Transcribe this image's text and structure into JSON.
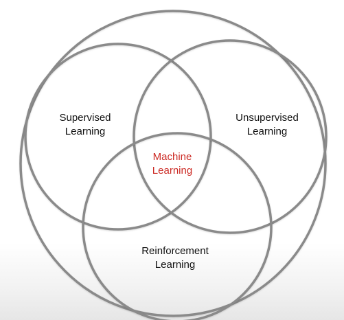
{
  "diagram": {
    "sets": [
      {
        "id": "supervised",
        "lines": [
          "Supervised",
          "Learning"
        ]
      },
      {
        "id": "unsupervised",
        "lines": [
          "Unsupervised",
          "Learning"
        ]
      },
      {
        "id": "reinforcement",
        "lines": [
          "Reinforcement",
          "Learning"
        ]
      }
    ],
    "center": {
      "lines": [
        "Machine",
        "Learning"
      ]
    },
    "colors": {
      "outline": "#8a8a8a",
      "text": "#111111",
      "center_text": "#cc2b25"
    }
  }
}
